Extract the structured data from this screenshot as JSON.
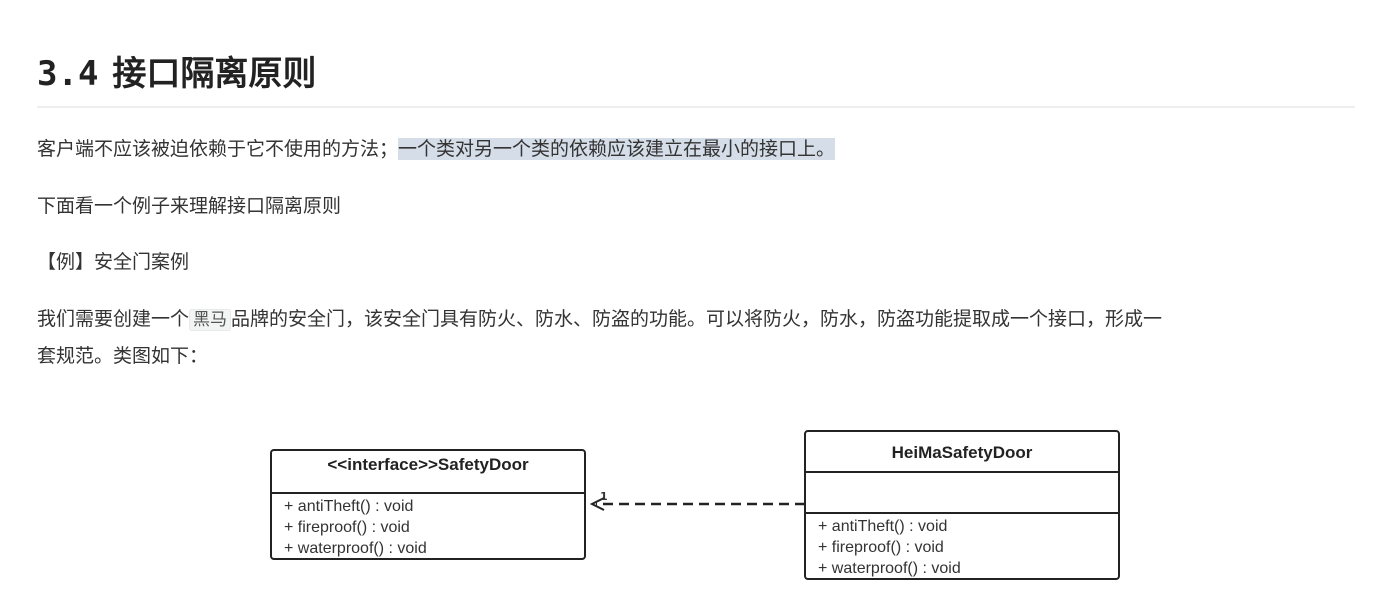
{
  "heading": {
    "number": "3.4",
    "title": "接口隔离原则"
  },
  "paragraphs": {
    "p1_plain": "客户端不应该被迫依赖于它不使用的方法；",
    "p1_highlight": "一个类对另一个类的依赖应该建立在最小的接口上。",
    "p2": "下面看一个例子来理解接口隔离原则",
    "p3": "【例】安全门案例",
    "p4_before": "我们需要创建一个",
    "p4_code": "黑马",
    "p4_after": "品牌的安全门，该安全门具有防火、防水、防盗的功能。可以将防火，防水，防盗功能提取成一个接口，形成一",
    "p5": "套规范。类图如下："
  },
  "diagram": {
    "interface": {
      "name": "<<interface>>SafetyDoor",
      "methods": [
        "+ antiTheft() : void",
        "+ fireproof() : void",
        "+ waterproof() : void"
      ]
    },
    "class": {
      "name": "HeiMaSafetyDoor",
      "methods": [
        "+ antiTheft() : void",
        "+ fireproof() : void",
        "+ waterproof() : void"
      ]
    },
    "relation_label": "1"
  }
}
